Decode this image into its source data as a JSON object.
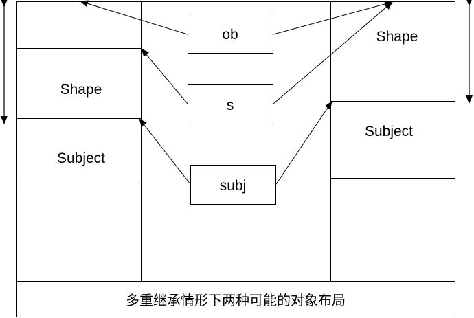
{
  "left_column": {
    "segments": [
      "",
      "Shape",
      "Subject",
      ""
    ]
  },
  "right_column": {
    "segments": [
      "Shape",
      "Subject",
      ""
    ]
  },
  "pointers": {
    "ob": "ob",
    "s": "s",
    "subj": "subj"
  },
  "caption": "多重继承情形下两种可能的对象布局",
  "colors": {
    "line": "#000000",
    "background": "#ffffff"
  }
}
